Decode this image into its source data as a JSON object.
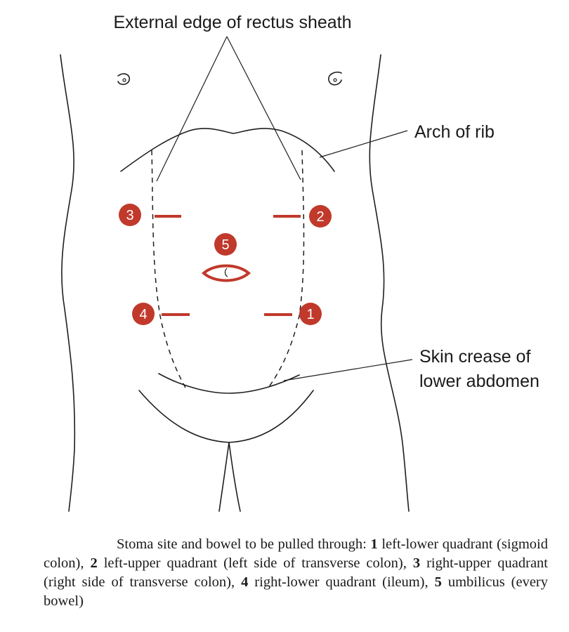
{
  "labels": {
    "rectus_sheath": "External edge of rectus sheath",
    "arch_of_rib": "Arch of rib",
    "skin_crease_line1": "Skin crease of",
    "skin_crease_line2": "lower abdomen"
  },
  "stoma_sites": [
    {
      "number": "1"
    },
    {
      "number": "2"
    },
    {
      "number": "3"
    },
    {
      "number": "4"
    },
    {
      "number": "5"
    }
  ],
  "colors": {
    "stoma_red": "#c0392b",
    "line": "#1f1f1f",
    "text": "#1a1a1a"
  },
  "caption": {
    "intro": "Stoma site and bowel to be pulled through: ",
    "items": [
      {
        "num": "1",
        "text": " left-lower quadrant (sigmoid colon), "
      },
      {
        "num": "2",
        "text": " left-upper quadrant (left side of transverse colon), "
      },
      {
        "num": "3",
        "text": " right-upper quadrant (right side of transverse colon), "
      },
      {
        "num": "4",
        "text": " right-lower quadrant (ileum), "
      },
      {
        "num": "5",
        "text": " umbilicus (every bowel)"
      }
    ]
  }
}
